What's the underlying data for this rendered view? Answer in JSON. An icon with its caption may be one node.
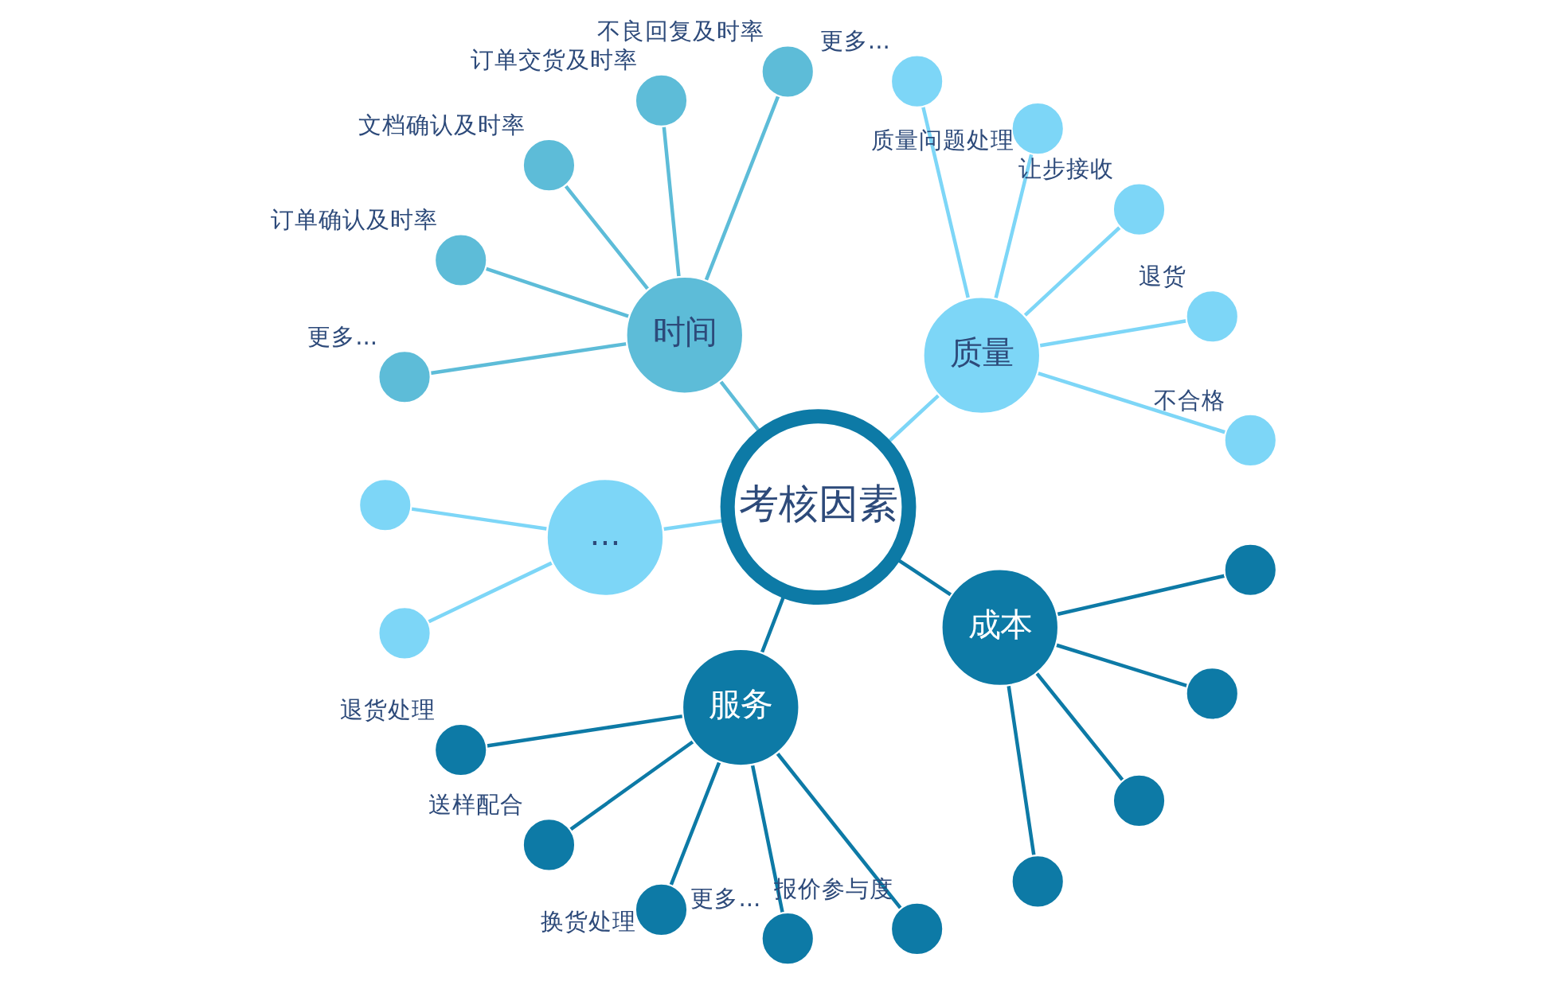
{
  "diagram": {
    "nodes": [
      {
        "text": [
          "考核因素"
        ]
      },
      {
        "text": [
          "质量"
        ]
      },
      {
        "text": [],
        "shape": "circle",
        "beside": [
          "不合格"
        ]
      },
      {
        "text": [],
        "shape": "circle",
        "beside": [
          "退货"
        ]
      },
      {
        "text": [],
        "shape": "circle",
        "beside": [
          "让步接收"
        ]
      },
      {
        "text": [],
        "shape": "circle",
        "beside": [
          "质量问题处理"
        ]
      },
      {
        "text": [],
        "shape": "circle",
        "beside": [
          "更多..."
        ]
      },
      {
        "text": [
          "时间"
        ]
      },
      {
        "text": [],
        "shape": "circle",
        "beside": [
          "不良回复及时率"
        ]
      },
      {
        "text": [],
        "shape": "circle",
        "beside": [
          "订单交货及时率"
        ]
      },
      {
        "text": [],
        "shape": "circle",
        "beside": [
          "文档确认及时率"
        ]
      },
      {
        "text": [],
        "shape": "circle",
        "beside": [
          "订单确认及时率"
        ]
      },
      {
        "text": [],
        "shape": "circle",
        "beside": [
          "更多..."
        ]
      },
      {
        "text": [
          "..."
        ]
      },
      {
        "text": [],
        "shape": "circle"
      },
      {
        "text": [],
        "shape": "circle"
      },
      {
        "text": [
          "服务"
        ]
      },
      {
        "text": [],
        "shape": "circle",
        "beside": [
          "退货处理"
        ]
      },
      {
        "text": [],
        "shape": "circle",
        "beside": [
          "送样配合"
        ]
      },
      {
        "text": [],
        "shape": "circle",
        "beside": [
          "换货处理"
        ]
      },
      {
        "text": [],
        "shape": "circle",
        "beside": [
          "更多..."
        ]
      },
      {
        "text": [],
        "shape": "circle",
        "beside": [
          "报价参与度"
        ]
      },
      {
        "text": [
          "成本"
        ]
      },
      {
        "text": [],
        "shape": "circle"
      },
      {
        "text": [],
        "shape": "circle"
      },
      {
        "text": [],
        "shape": "circle"
      },
      {
        "text": [],
        "shape": "circle"
      }
    ],
    "edges": [
      {
        "from": 0,
        "to": 1,
        "arrow": "none",
        "color": "#7dd6f7"
      },
      {
        "from": 1,
        "to": 2,
        "arrow": "none",
        "color": "#7dd6f7"
      },
      {
        "from": 1,
        "to": 3,
        "arrow": "none",
        "color": "#7dd6f7"
      },
      {
        "from": 1,
        "to": 4,
        "arrow": "none",
        "color": "#7dd6f7"
      },
      {
        "from": 1,
        "to": 5,
        "arrow": "none",
        "color": "#7dd6f7"
      },
      {
        "from": 1,
        "to": 6,
        "arrow": "none",
        "color": "#7dd6f7"
      },
      {
        "from": 0,
        "to": 7,
        "arrow": "none",
        "color": "#5dbcd8"
      },
      {
        "from": 7,
        "to": 8,
        "arrow": "none",
        "color": "#5dbcd8"
      },
      {
        "from": 7,
        "to": 9,
        "arrow": "none",
        "color": "#5dbcd8"
      },
      {
        "from": 7,
        "to": 10,
        "arrow": "none",
        "color": "#5dbcd8"
      },
      {
        "from": 7,
        "to": 11,
        "arrow": "none",
        "color": "#5dbcd8"
      },
      {
        "from": 7,
        "to": 12,
        "arrow": "none",
        "color": "#5dbcd8"
      },
      {
        "from": 0,
        "to": 13,
        "arrow": "none",
        "color": "#7dd6f7"
      },
      {
        "from": 13,
        "to": 14,
        "arrow": "none",
        "color": "#7dd6f7"
      },
      {
        "from": 13,
        "to": 15,
        "arrow": "none",
        "color": "#7dd6f7"
      },
      {
        "from": 0,
        "to": 16,
        "arrow": "none",
        "color": "#0d7aa6"
      },
      {
        "from": 16,
        "to": 17,
        "arrow": "none",
        "color": "#0d7aa6"
      },
      {
        "from": 16,
        "to": 18,
        "arrow": "none",
        "color": "#0d7aa6"
      },
      {
        "from": 16,
        "to": 19,
        "arrow": "none",
        "color": "#0d7aa6"
      },
      {
        "from": 16,
        "to": 20,
        "arrow": "none",
        "color": "#0d7aa6"
      },
      {
        "from": 16,
        "to": 21,
        "arrow": "none",
        "color": "#0d7aa6"
      },
      {
        "from": 0,
        "to": 22,
        "arrow": "none",
        "color": "#0d7aa6"
      },
      {
        "from": 22,
        "to": 23,
        "arrow": "none",
        "color": "#0d7aa6"
      },
      {
        "from": 22,
        "to": 24,
        "arrow": "none",
        "color": "#0d7aa6"
      },
      {
        "from": 22,
        "to": 25,
        "arrow": "none",
        "color": "#0d7aa6"
      },
      {
        "from": 22,
        "to": 26,
        "arrow": "none",
        "color": "#0d7aa6"
      }
    ]
  }
}
